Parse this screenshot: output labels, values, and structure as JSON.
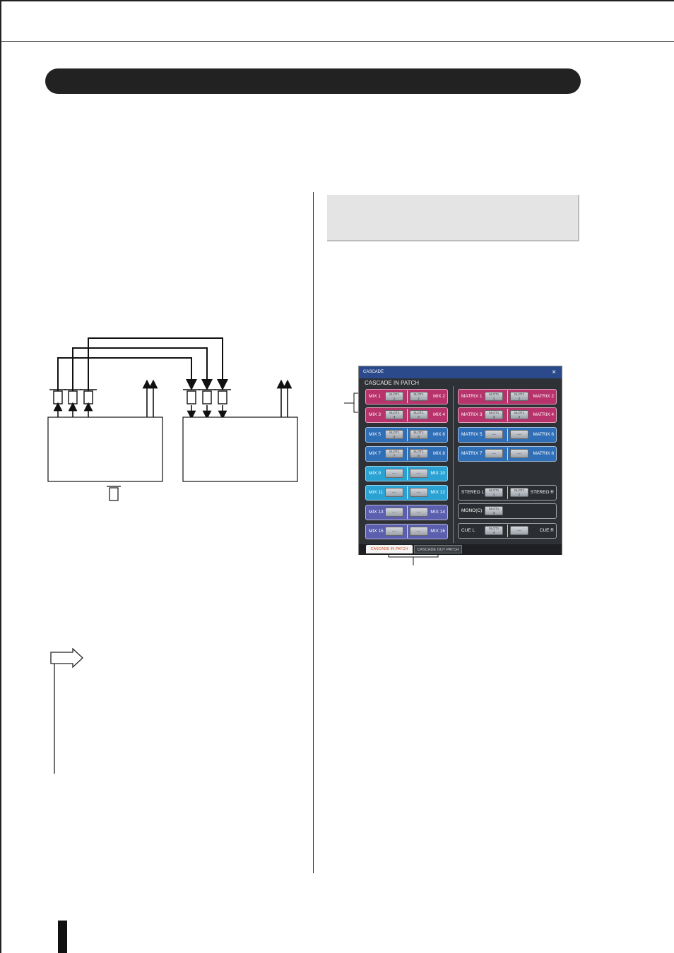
{
  "cascade_window": {
    "title": "CASCADE",
    "subtitle": "CASCADE IN PATCH",
    "close_glyph": "×",
    "left_rows": [
      {
        "a": "MIX 1",
        "a_btn": "SLOT1\n1",
        "b_btn": "SLOT1\n2",
        "b": "MIX 2",
        "color": "#b8336c"
      },
      {
        "a": "MIX 3",
        "a_btn": "SLOT1\n3",
        "b_btn": "SLOT1\n4",
        "b": "MIX 4",
        "color": "#b8336c"
      },
      {
        "a": "MIX 5",
        "a_btn": "SLOT1\n5",
        "b_btn": "SLOT1\n6",
        "b": "MIX 6",
        "color": "#2f6fb8"
      },
      {
        "a": "MIX 7",
        "a_btn": "SLOT1\n7",
        "b_btn": "SLOT1\n8",
        "b": "MIX 8",
        "color": "#2f6fb8"
      },
      {
        "a": "MIX 9",
        "a_btn": "----",
        "b_btn": "----",
        "b": "MIX 10",
        "color": "#2aa3d4"
      },
      {
        "a": "MIX 11",
        "a_btn": "----",
        "b_btn": "----",
        "b": "MIX 12",
        "color": "#2aa3d4"
      },
      {
        "a": "MIX 13",
        "a_btn": "----",
        "b_btn": "----",
        "b": "MIX 14",
        "color": "#5b5fae"
      },
      {
        "a": "MIX 15",
        "a_btn": "----",
        "b_btn": "----",
        "b": "MIX 16",
        "color": "#5b5fae"
      }
    ],
    "right_rows": [
      {
        "a": "MATRIX 1",
        "a_btn": "SLOT1\n1",
        "b_btn": "SLOT1\n2",
        "b": "MATRIX 2",
        "color": "#b8336c"
      },
      {
        "a": "MATRIX 3",
        "a_btn": "SLOT1\n3",
        "b_btn": "SLOT1\n4",
        "b": "MATRIX 4",
        "color": "#b8336c"
      },
      {
        "a": "MATRIX 5",
        "a_btn": "----",
        "b_btn": "----",
        "b": "MATRIX 6",
        "color": "#2f6fb8"
      },
      {
        "a": "MATRIX 7",
        "a_btn": "----",
        "b_btn": "----",
        "b": "MATRIX 8",
        "color": "#2f6fb8"
      }
    ],
    "stereo": {
      "a": "STEREO L",
      "a_btn": "SLOT1\n1",
      "b_btn": "SLOT1\n2",
      "b": "STEREO R"
    },
    "mono": {
      "a": "MONO(C)",
      "a_btn": "SLOT1\n3"
    },
    "cue": {
      "a": "CUE L",
      "a_btn": "SLOT1\n4",
      "b_btn": "----",
      "b": "CUE R"
    },
    "tabs": {
      "in": "CASCADE IN PATCH",
      "out": "CASCADE OUT PATCH"
    }
  }
}
